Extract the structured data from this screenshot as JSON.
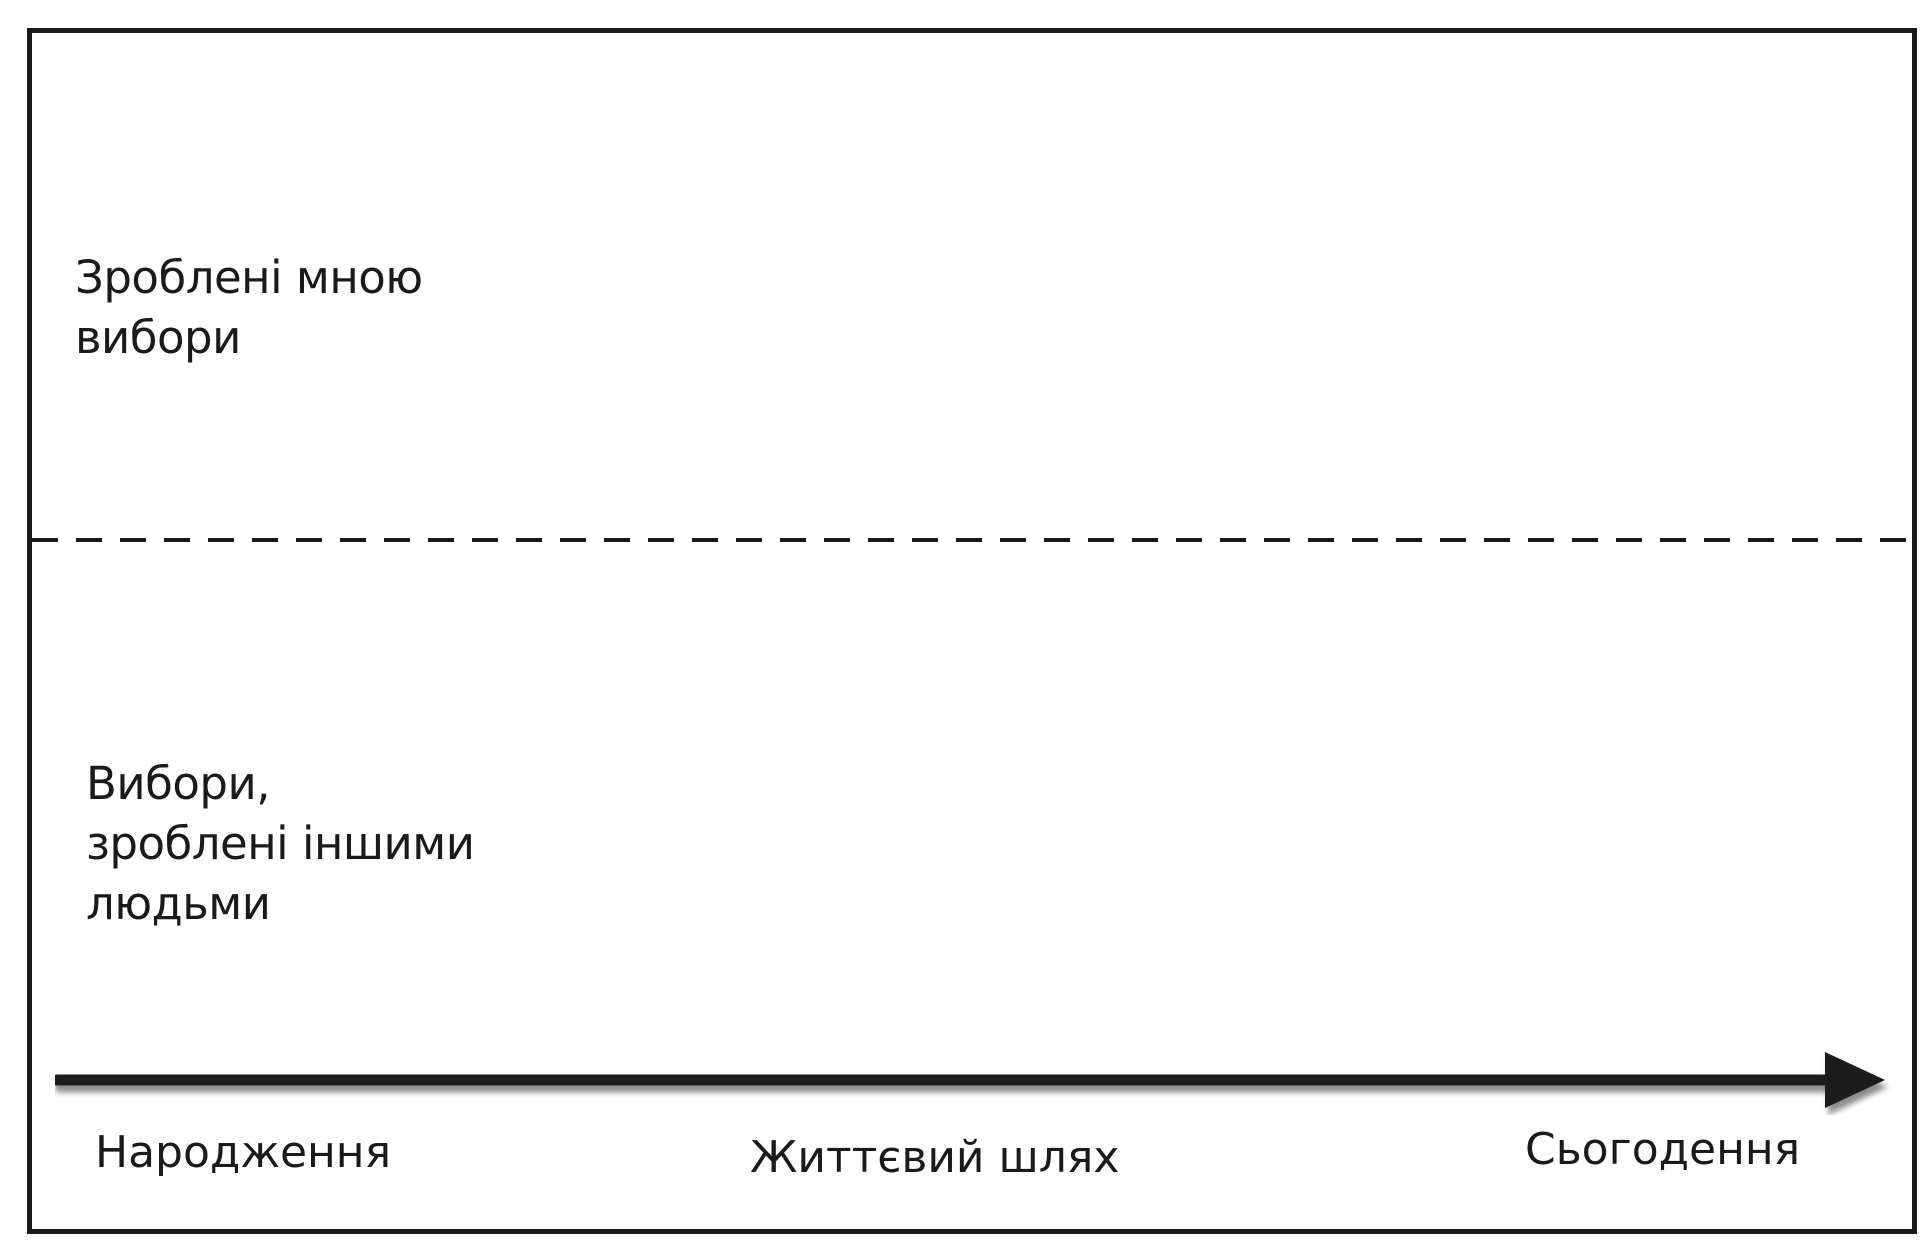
{
  "diagram": {
    "top_region_label": [
      "Зроблені мною",
      "вибори"
    ],
    "bottom_region_label": [
      "Вибори,",
      "зроблені іншими",
      "людьми"
    ],
    "axis": {
      "start_label": "Народження",
      "middle_label": "Життєвий шлях",
      "end_label": "Сьогодення"
    },
    "colors": {
      "stroke": "#1a1a1a",
      "background": "#ffffff"
    }
  }
}
